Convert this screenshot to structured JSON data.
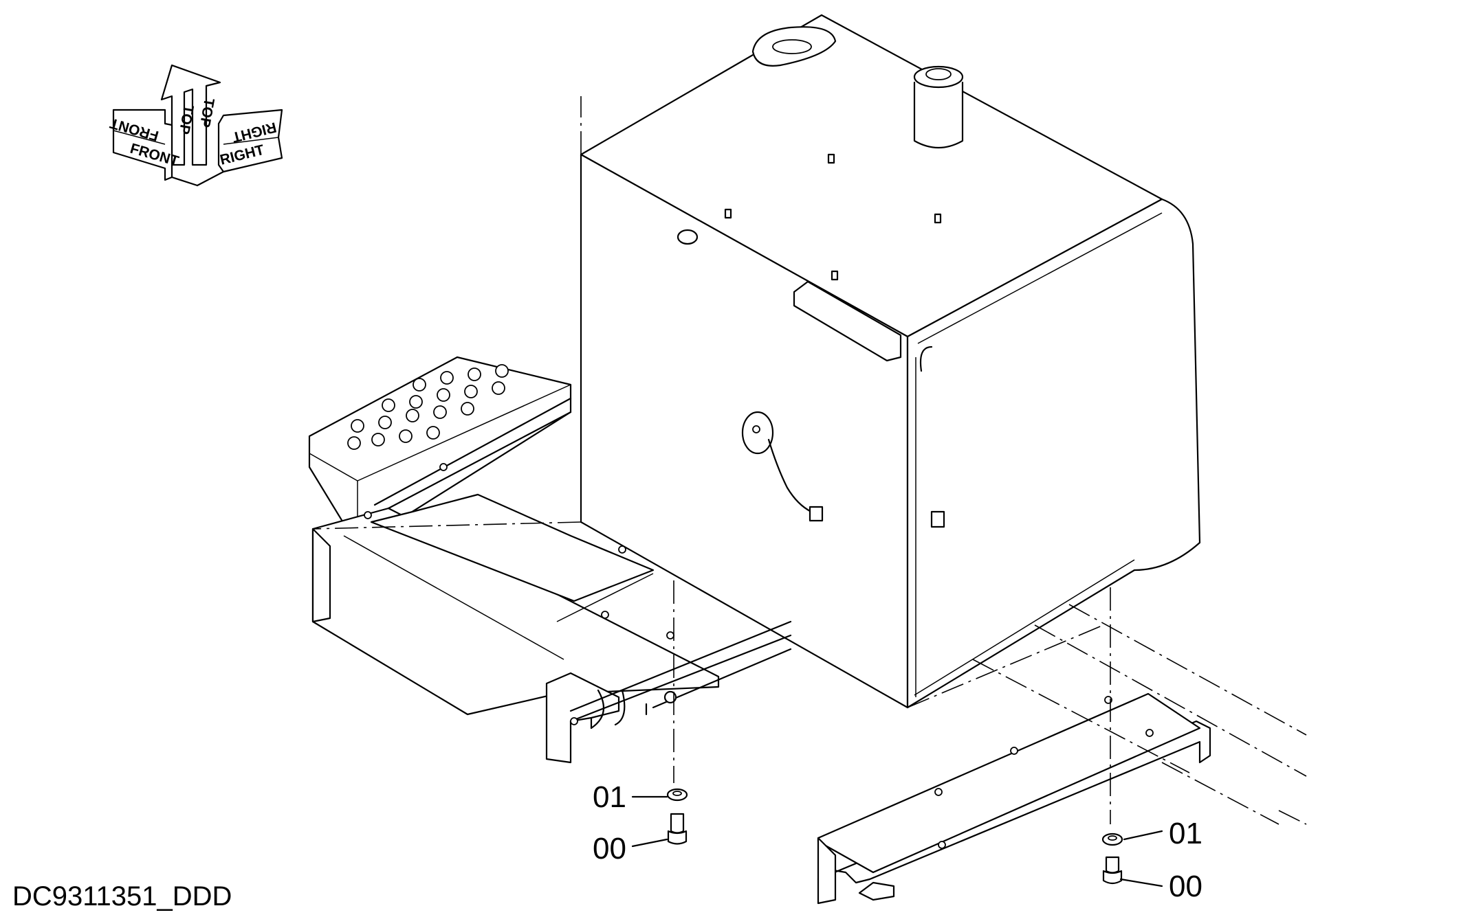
{
  "orientation_indicator": {
    "front_label": "FRONT",
    "top_label": "TOP",
    "right_label": "RIGHT"
  },
  "callouts": [
    {
      "label": "01"
    },
    {
      "label": "00"
    },
    {
      "label": "01"
    },
    {
      "label": "00"
    }
  ],
  "drawing_id": "DC9311351_DDD"
}
